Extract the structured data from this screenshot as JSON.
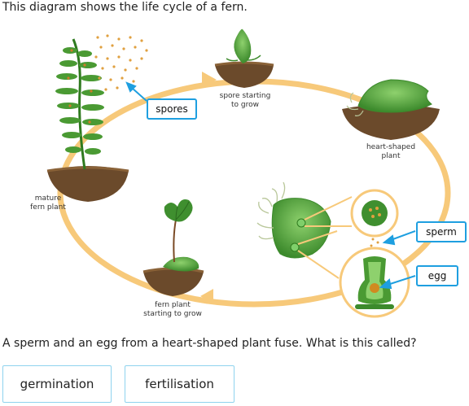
{
  "intro": "This diagram shows the life cycle of a fern.",
  "diagram": {
    "labels": {
      "spore_growing": [
        "spore starting",
        "to grow"
      ],
      "heart_plant": [
        "heart-shaped",
        "plant"
      ],
      "mature_fern": [
        "mature",
        "fern plant"
      ],
      "fern_growing": [
        "fern plant",
        "starting to grow"
      ]
    },
    "callouts": {
      "spores": "spores",
      "sperm": "sperm",
      "egg": "egg"
    },
    "colors": {
      "cycle": "#f7c97a",
      "callout_border": "#1e9fe0",
      "soil": "#6b4a2b",
      "leaf": "#3f8f2f"
    }
  },
  "question": "A sperm and an egg from a heart-shaped plant fuse. What is this called?",
  "choices": [
    "germination",
    "fertilisation"
  ]
}
